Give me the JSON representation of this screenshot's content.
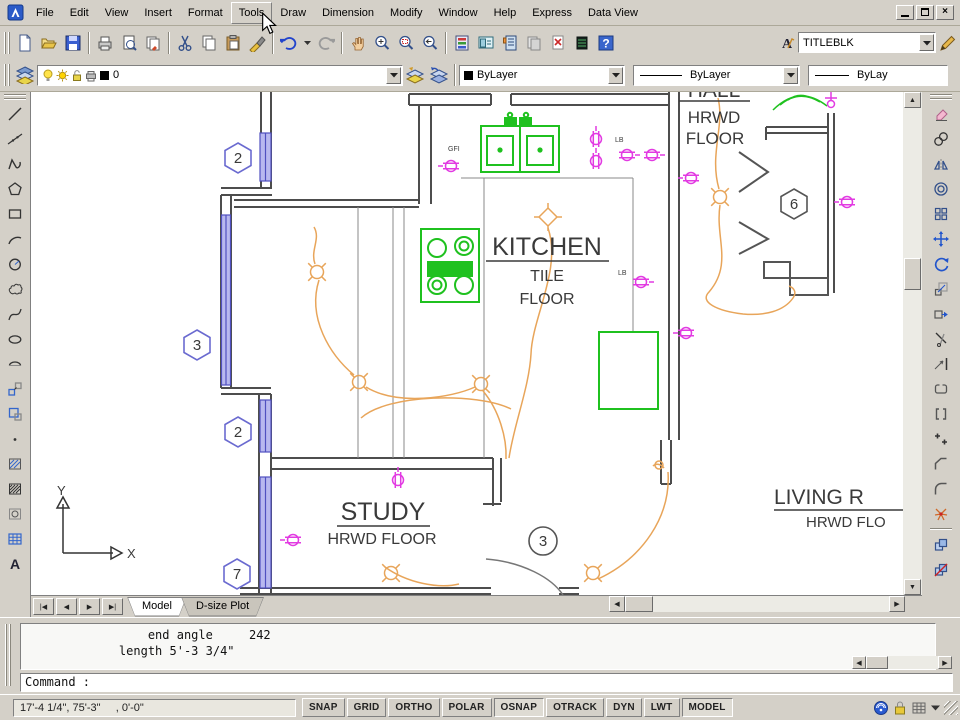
{
  "menu": {
    "items": [
      "File",
      "Edit",
      "View",
      "Insert",
      "Format",
      "Tools",
      "Draw",
      "Dimension",
      "Modify",
      "Window",
      "Help",
      "Express",
      "Data View"
    ]
  },
  "window_controls": {
    "minimize": "",
    "restore": "",
    "close": ""
  },
  "toolbars": {
    "standard": {
      "style_value": "TITLEBLK"
    },
    "object": {
      "layer_name": "0",
      "color_value": "ByLayer",
      "linetype_value": "ByLayer",
      "lineweight_value": "ByLay"
    }
  },
  "tabs": {
    "nav": [
      "|◀",
      "◀",
      "▶",
      "▶|"
    ],
    "items": [
      "Model",
      "D-size Plot"
    ]
  },
  "command": {
    "history_line1": "                 end angle     242",
    "history_line2": "             length 5'-3 3/4\"",
    "prompt": "Command :"
  },
  "statusbar": {
    "coordinates": "17'-4 1/4\", 75'-3\"     , 0'-0\"",
    "toggles": [
      {
        "label": "SNAP",
        "pressed": false
      },
      {
        "label": "GRID",
        "pressed": false
      },
      {
        "label": "ORTHO",
        "pressed": false
      },
      {
        "label": "POLAR",
        "pressed": false
      },
      {
        "label": "OSNAP",
        "pressed": true
      },
      {
        "label": "OTRACK",
        "pressed": false
      },
      {
        "label": "DYN",
        "pressed": false
      },
      {
        "label": "LWT",
        "pressed": false
      },
      {
        "label": "MODEL",
        "pressed": true
      }
    ]
  },
  "drawing": {
    "hall": {
      "name": "HALL",
      "floor1": "HRWD",
      "floor2": "FLOOR"
    },
    "kitchen": {
      "name": "KITCHEN",
      "floor1": "TILE",
      "floor2": "FLOOR"
    },
    "study": {
      "name": "STUDY",
      "floor": "HRWD FLOOR"
    },
    "living": {
      "name": "LIVING R",
      "floor": "HRWD FLO"
    },
    "callouts": [
      "2",
      "3",
      "2",
      "7",
      "6",
      "3"
    ],
    "outlet_labels": {
      "gfi": "GFI",
      "lb1": "LB",
      "lb2": "LB"
    },
    "ucs": {
      "x": "X",
      "y": "Y"
    }
  },
  "colors": {
    "chrome": "#d4d0c8",
    "canvas": "#ffffff",
    "wall": "#4d4d4d",
    "window_accent": "#5050c0",
    "outlet": "#e23ae2",
    "wire": "#e8a55a",
    "fixture": "#1fc11f",
    "callout": "#6a6ad0"
  }
}
